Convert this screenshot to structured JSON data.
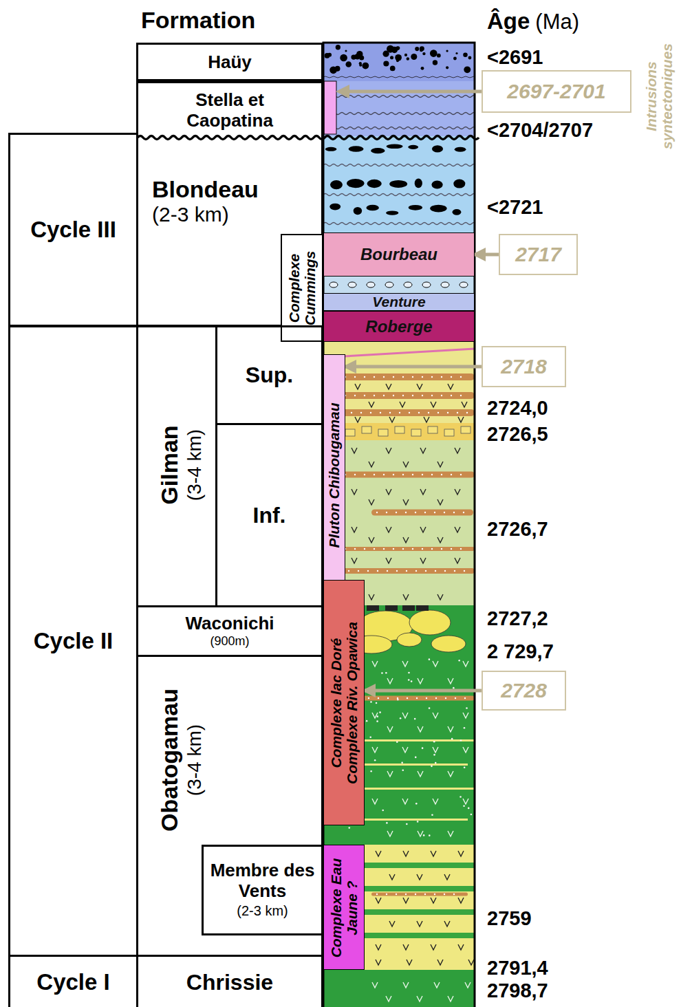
{
  "diagram": {
    "nodes": [
      {
        "text": [
          "Haüy"
        ]
      },
      {
        "text": [
          "2697-2701"
        ]
      },
      {
        "text": [
          "Stella et Caopatina"
        ]
      },
      {
        "text": [
          "Cycle III"
        ]
      },
      {
        "text": [
          "Blondeau",
          "(2-3 km)"
        ]
      },
      {
        "text": [
          "Complexe Cummings"
        ]
      },
      {
        "text": [
          "Bourbeau"
        ]
      },
      {
        "text": [
          "2717"
        ]
      },
      {
        "text": [
          "Venture"
        ]
      },
      {
        "text": [
          "Roberge"
        ]
      },
      {
        "text": [
          "Cycle II"
        ]
      },
      {
        "text": [
          "Gilman",
          "(3-4 km)"
        ]
      },
      {
        "text": [
          "Sup."
        ],
        "in": 11
      },
      {
        "text": [
          "Inf."
        ],
        "in": 11
      },
      {
        "text": [
          "Pluton Chibougamau"
        ]
      },
      {
        "text": [
          "2718"
        ]
      },
      {
        "text": [
          "Waconichi",
          "(900m)"
        ]
      },
      {
        "text": [
          "Complexe lac Doré",
          "Complexe Riv. Opawica"
        ]
      },
      {
        "text": [
          "2728"
        ]
      },
      {
        "text": [
          "Obatogamau",
          "(3-4 km)"
        ]
      },
      {
        "text": [
          "Membre des Vents",
          "(2-3 km)"
        ],
        "in": 19
      },
      {
        "text": [
          "Complexe Eau Jaune ?"
        ]
      },
      {
        "text": [
          "Cycle I"
        ]
      },
      {
        "text": [
          "Chrissie"
        ]
      }
    ],
    "edges": [
      {
        "from": 7,
        "to": 6,
        "arrow": "to"
      },
      {
        "from": 15,
        "to": 14,
        "arrow": "to"
      },
      {
        "from": 18,
        "to": 17,
        "arrow": "to"
      }
    ],
    "labels": [
      "Formation",
      "Âge",
      "(Ma)",
      "Intrusions syntectoniques",
      "<2691",
      "<2704/2707",
      "<2721",
      "2724,0",
      "2726,5",
      "2726,7",
      "2727,2",
      "2 729,7",
      "2759",
      "2791,4",
      "2798,7"
    ]
  }
}
